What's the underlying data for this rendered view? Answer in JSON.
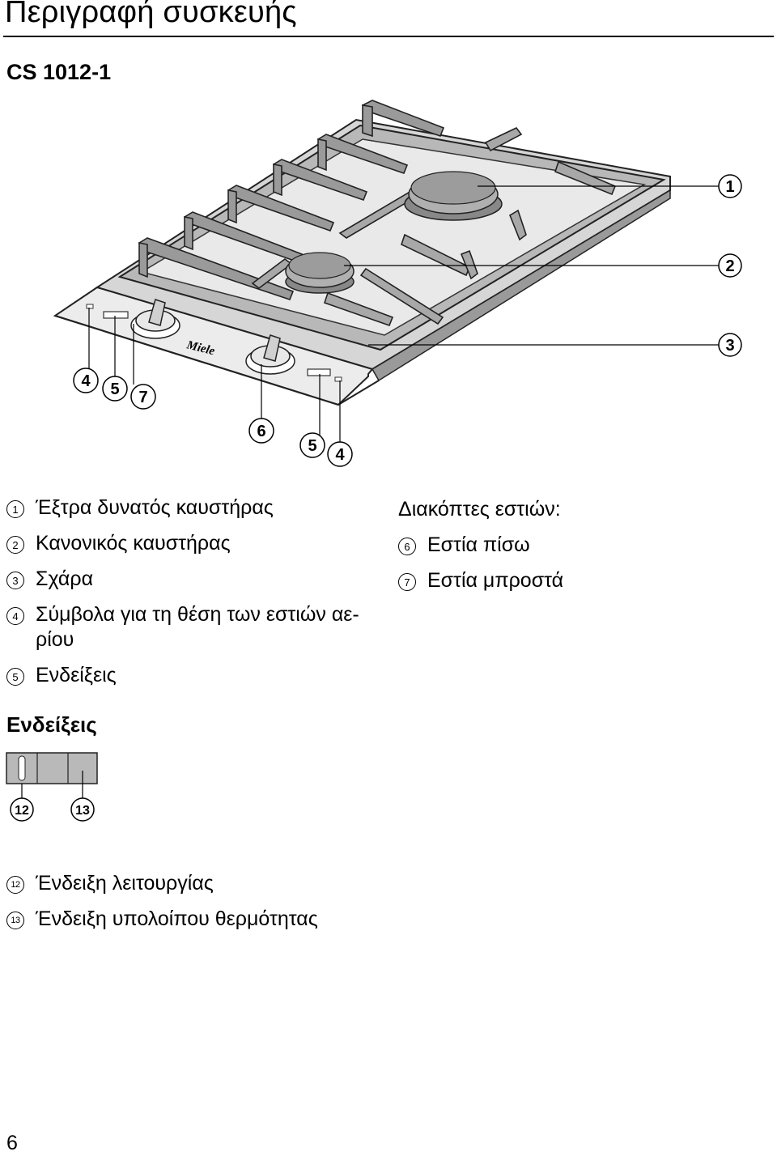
{
  "header": {
    "title": "Περιγραφή συσκευής",
    "model": "CS 1012-1"
  },
  "diagram": {
    "brand_logo": "Miele",
    "callouts": [
      "1",
      "2",
      "3",
      "4",
      "5",
      "7",
      "6",
      "5",
      "4"
    ]
  },
  "legend_left": [
    {
      "num": "1",
      "text": "Έξτρα δυνατός καυστήρας"
    },
    {
      "num": "2",
      "text": "Κανονικός καυστήρας"
    },
    {
      "num": "3",
      "text": "Σχάρα"
    },
    {
      "num": "4",
      "text": "Σύμβολα για τη θέση των εστιών αε-ρίου"
    },
    {
      "num": "5",
      "text": "Ενδείξεις"
    }
  ],
  "legend_right": {
    "heading": "Διακόπτες εστιών:",
    "items": [
      {
        "num": "6",
        "text": "Εστία πίσω"
      },
      {
        "num": "7",
        "text": "Εστία μπροστά"
      }
    ]
  },
  "indicators": {
    "heading": "Ενδείξεις",
    "callouts": [
      "12",
      "13"
    ],
    "items": [
      {
        "num": "12",
        "text": "Ένδειξη λειτουργίας"
      },
      {
        "num": "13",
        "text": "Ένδειξη υπολοίπου θερμότητας"
      }
    ]
  },
  "footer": {
    "page_number": "6"
  }
}
